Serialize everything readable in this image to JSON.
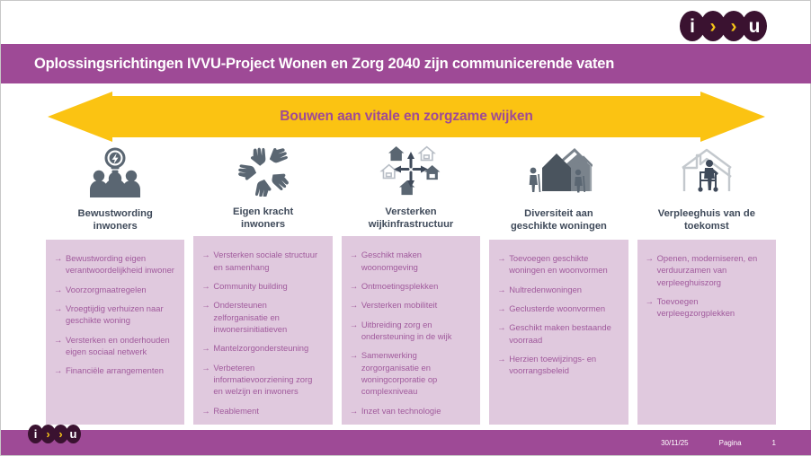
{
  "logo": {
    "chars": [
      "i",
      "›",
      "›",
      "u"
    ],
    "name": "ivvu-logo"
  },
  "title": {
    "text": "Oplossingsrichtingen IVVU-Project Wonen en Zorg 2040 zijn communicerende vaten"
  },
  "arrow": {
    "label": "Bouwen aan vitale en zorgzame wijken"
  },
  "colors": {
    "purple": "#9E4A96",
    "yellow": "#FBC312",
    "card_bg": "#E0C9DE",
    "card_text": "#A05A9C",
    "heading": "#3F4A5A",
    "logo_dark": "#3A1230",
    "logo_gold": "#F5C518",
    "icon_gray": "#5A6672"
  },
  "columns": [
    {
      "icon": "people-lightbulb-icon",
      "heading_line1": "Bewustwording",
      "heading_line2": "inwoners",
      "items": [
        "Bewustwording eigen verantwoordelijkheid inwoner",
        "Voorzorgmaatregelen",
        "Vroegtijdig verhuizen naar geschikte woning",
        "Versterken en onderhouden eigen sociaal netwerk",
        "Financiële arrangementen"
      ]
    },
    {
      "icon": "hands-together-icon",
      "heading_line1": "Eigen kracht",
      "heading_line2": "inwoners",
      "items": [
        "Versterken sociale structuur en samenhang",
        "Community building",
        "Ondersteunen zelforganisatie en inwonersinitiatieven",
        "Mantelzorgondersteuning",
        "Verbeteren informatievoorziening zorg en welzijn en inwoners",
        "Reablement"
      ]
    },
    {
      "icon": "houses-arrows-icon",
      "heading_line1": "Versterken",
      "heading_line2": "wijkinfrastructuur",
      "items": [
        "Geschikt maken woonomgeving",
        "Ontmoetingsplekken",
        "Versterken mobiliteit",
        "Uitbreiding zorg en ondersteuning in de wijk",
        "Samenwerking zorgorganisatie en woningcorporatie op complexniveau",
        "Inzet van technologie"
      ]
    },
    {
      "icon": "houses-elderly-icon",
      "heading_line1": "Diversiteit aan",
      "heading_line2": "geschikte woningen",
      "items": [
        "Toevoegen geschikte woningen en woonvormen",
        "Nultredenwoningen",
        "Geclusterde woonvormen",
        "Geschikt maken bestaande voorraad",
        "Herzien toewijzings- en voorrangsbeleid"
      ]
    },
    {
      "icon": "house-walker-icon",
      "heading_line1": "Verpleeghuis van de",
      "heading_line2": "toekomst",
      "items": [
        "Openen, moderniseren, en verduurzamen van verpleeghuiszorg",
        "Toevoegen verpleegzorgplekken"
      ]
    }
  ],
  "footer": {
    "date": "30/11/25",
    "page_label": "Pagina",
    "page_number": "1"
  }
}
